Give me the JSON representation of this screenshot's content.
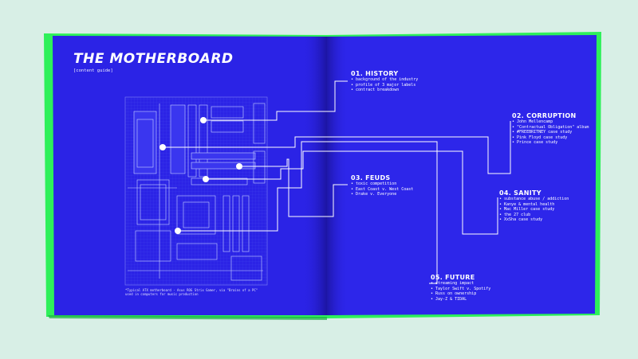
{
  "page_title": "THE MOTHERBOARD",
  "page_subtitle": "[content guide]",
  "footnote": "*Typical ATX motherboard - Asus ROG Strix Gamer, via \"Brains of a PC\" used in computers for music production",
  "sections": [
    {
      "heading": "01. HISTORY",
      "items": [
        "background of the industry",
        "profile of 3 major labels",
        "contract breakdown"
      ]
    },
    {
      "heading": "02. CORRUPTION",
      "items": [
        "John Mellencamp",
        "\"Contractual Obligation\" album",
        "#FREEBRITNEY case study",
        "Pink Floyd case study",
        "Prince case study"
      ]
    },
    {
      "heading": "03. FEUDS",
      "items": [
        "toxic competition",
        "East Coast v. West Coast",
        "Drake v. Everyone"
      ]
    },
    {
      "heading": "04. SANITY",
      "items": [
        "substance abuse / addiction",
        "Kanye & mental health",
        "Mac Miller case study",
        "the 27 club",
        "XxSha case study"
      ]
    },
    {
      "heading": "05. FUTURE",
      "items": [
        "streaming impact",
        "Taylor Swift v. Spotify",
        "Russ on ownership",
        "Jay-Z & TIDAL"
      ]
    }
  ],
  "colors": {
    "background": "#d8efe6",
    "page": "#2b23e6",
    "cover_edge": "#2ef05a",
    "ink": "#ffffff"
  }
}
